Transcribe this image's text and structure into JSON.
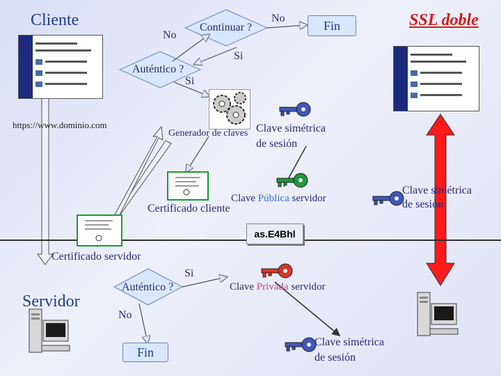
{
  "titles": {
    "cliente": "Cliente",
    "servidor": "Servidor",
    "ssl": "SSL doble"
  },
  "url": "https://www.dominio.com",
  "nodes": {
    "continuar": "Continuar ?",
    "autentico_top": "Auténtico ?",
    "autentico_bottom": "Auténtico ?",
    "fin_top": "Fin",
    "fin_bottom": "Fin",
    "generador": "Generador de claves",
    "as_box": "as.E4Bhl"
  },
  "labels": {
    "no_continuar": "No",
    "no_top_right": "No",
    "si_continuar": "Si",
    "si_autentico": "Si",
    "si_bottom": "Si",
    "no_bottom": "No",
    "clave_sesion_1": "Clave simétrica",
    "clave_sesion_1b": "de sesión",
    "clave_sesion_right": "Clave simétrica",
    "clave_sesion_right_b": "de sesión",
    "clave_sesion_bottom": "Clave simétrica",
    "clave_sesion_bottom_b": "de sesión",
    "clave_publica_pre": "Clave ",
    "clave_publica_hl": "Pública",
    "clave_publica_post": " servidor",
    "clave_privada_pre": "Clave ",
    "clave_privada_hl": "Privada",
    "clave_privada_post": " servidor",
    "certificado_cliente": "Certificado cliente",
    "certificado_servidor": "Certificado servidor"
  },
  "icons": {
    "key_blue": "key-blue-icon",
    "key_green": "key-green-icon",
    "key_red": "key-red-icon",
    "gears": "gears-icon",
    "computer": "computer-icon",
    "certificate": "certificate-icon"
  },
  "colors": {
    "arrow_red": "#ff1a1a",
    "title_red": "#d61a1a",
    "title_blue": "#1f3c8f",
    "box_fill": "#d9e6fb",
    "cert_border": "#1e9b2a"
  }
}
